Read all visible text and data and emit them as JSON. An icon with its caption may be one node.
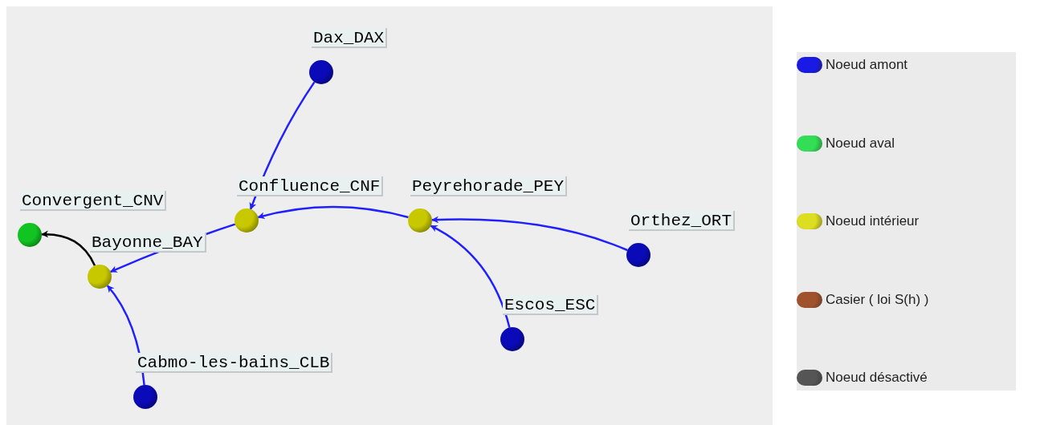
{
  "diagram": {
    "nodes": [
      {
        "text": [
          "Dax_DAX"
        ]
      },
      {
        "text": [
          "Confluence_CNF"
        ]
      },
      {
        "text": [
          "Peyrehorade_PEY"
        ]
      },
      {
        "text": [
          "Convergent_CNV"
        ]
      },
      {
        "text": [
          "Orthez_ORT"
        ]
      },
      {
        "text": [
          "Bayonne_BAY"
        ]
      },
      {
        "text": [
          "Escos_ESC"
        ]
      },
      {
        "text": [
          "Cabmo-les-bains_CLB"
        ]
      }
    ],
    "edges": [
      {
        "from": 0,
        "to": 1,
        "arrow": "to"
      },
      {
        "from": 2,
        "to": 1,
        "arrow": "to"
      },
      {
        "from": 4,
        "to": 2,
        "arrow": "to"
      },
      {
        "from": 6,
        "to": 2,
        "arrow": "to"
      },
      {
        "from": 1,
        "to": 5,
        "arrow": "to"
      },
      {
        "from": 7,
        "to": 5,
        "arrow": "to"
      },
      {
        "from": 5,
        "to": 3,
        "arrow": "to",
        "color": "#000000"
      }
    ],
    "legend": [
      {
        "text": "Noeud amont",
        "color": "#1a1ae6"
      },
      {
        "text": "Noeud aval",
        "color": "#33dd55"
      },
      {
        "text": "Noeud intérieur",
        "color": "#dddd22"
      },
      {
        "text": "Casier ( loi S(h) )",
        "color": "#a0522d"
      },
      {
        "text": "Noeud désactivé",
        "color": "#555555"
      }
    ]
  }
}
